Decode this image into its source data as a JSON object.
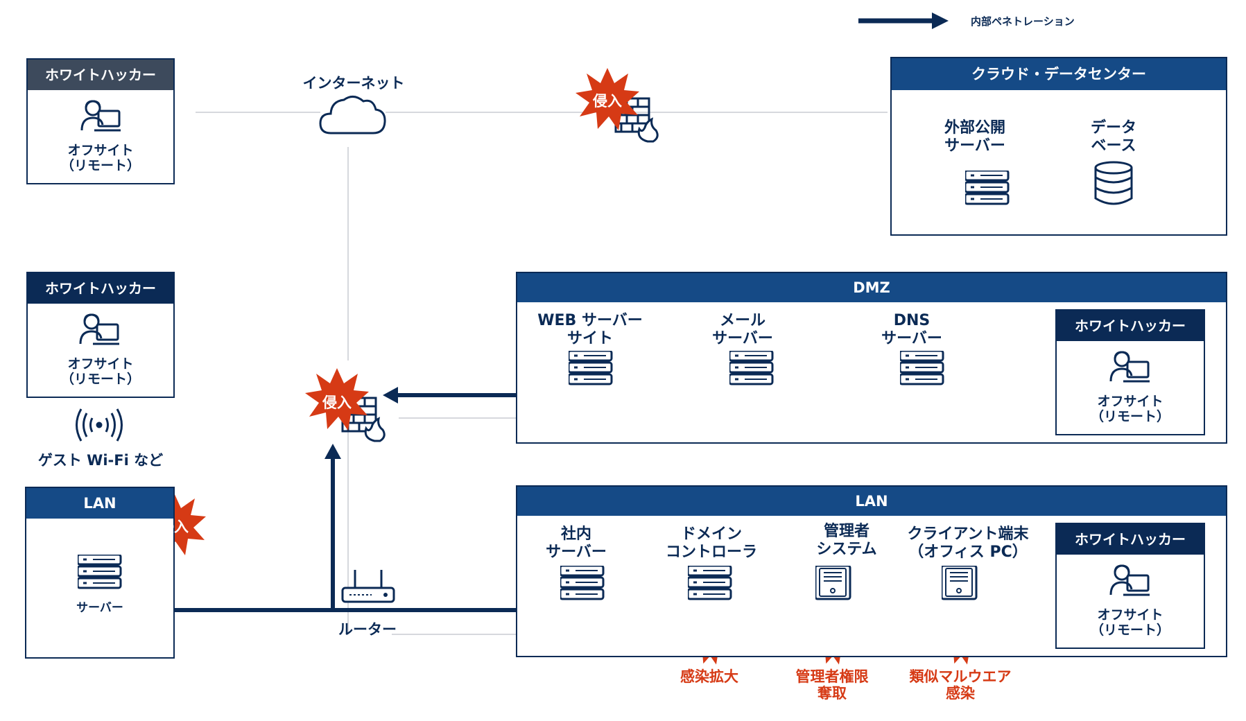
{
  "legend": {
    "label": "内部ペネトレーション"
  },
  "internet": {
    "label": "インターネット"
  },
  "cloud_dc": {
    "title": "クラウド・データセンター",
    "public_server": [
      "外部公開",
      "サーバー"
    ],
    "database": [
      "データ",
      "ベース"
    ]
  },
  "hacker_top": {
    "title": "ホワイトハッカー",
    "caption": [
      "オフサイト",
      "（リモート）"
    ]
  },
  "hacker_mid": {
    "title": "ホワイトハッカー",
    "caption": [
      "オフサイト",
      "（リモート）"
    ]
  },
  "guest_wifi": {
    "label": "ゲスト Wi-Fi など"
  },
  "lan_left": {
    "title": "LAN",
    "server_label": "サーバー"
  },
  "router": {
    "label": "ルーター"
  },
  "intrusion_label": "侵入",
  "dmz": {
    "title": "DMZ",
    "web": [
      "WEB サーバー",
      "サイト"
    ],
    "mail": [
      "メール",
      "サーバー"
    ],
    "dns": [
      "DNS",
      "サーバー"
    ],
    "hacker": {
      "title": "ホワイトハッカー",
      "caption": [
        "オフサイト",
        "（リモート）"
      ]
    }
  },
  "lan_right": {
    "title": "LAN",
    "internal_server": [
      "社内",
      "サーバー"
    ],
    "domain_controller": [
      "ドメイン",
      "コントローラ"
    ],
    "admin_system": [
      "管理者",
      "システム"
    ],
    "client": [
      "クライアント端末",
      "（オフィス PC）"
    ],
    "hacker": {
      "title": "ホワイトハッカー",
      "caption": [
        "オフサイト",
        "（リモート）"
      ]
    }
  },
  "impacts": {
    "spread": [
      "感染拡大"
    ],
    "privilege": [
      "管理者権限",
      "奪取"
    ],
    "malware": [
      "類似マルウエア",
      "感染"
    ]
  },
  "colors": {
    "navy": "#0b2a55",
    "red": "#d63a15",
    "header_gray": "#3d4a5c",
    "header_blue": "#154a86"
  }
}
